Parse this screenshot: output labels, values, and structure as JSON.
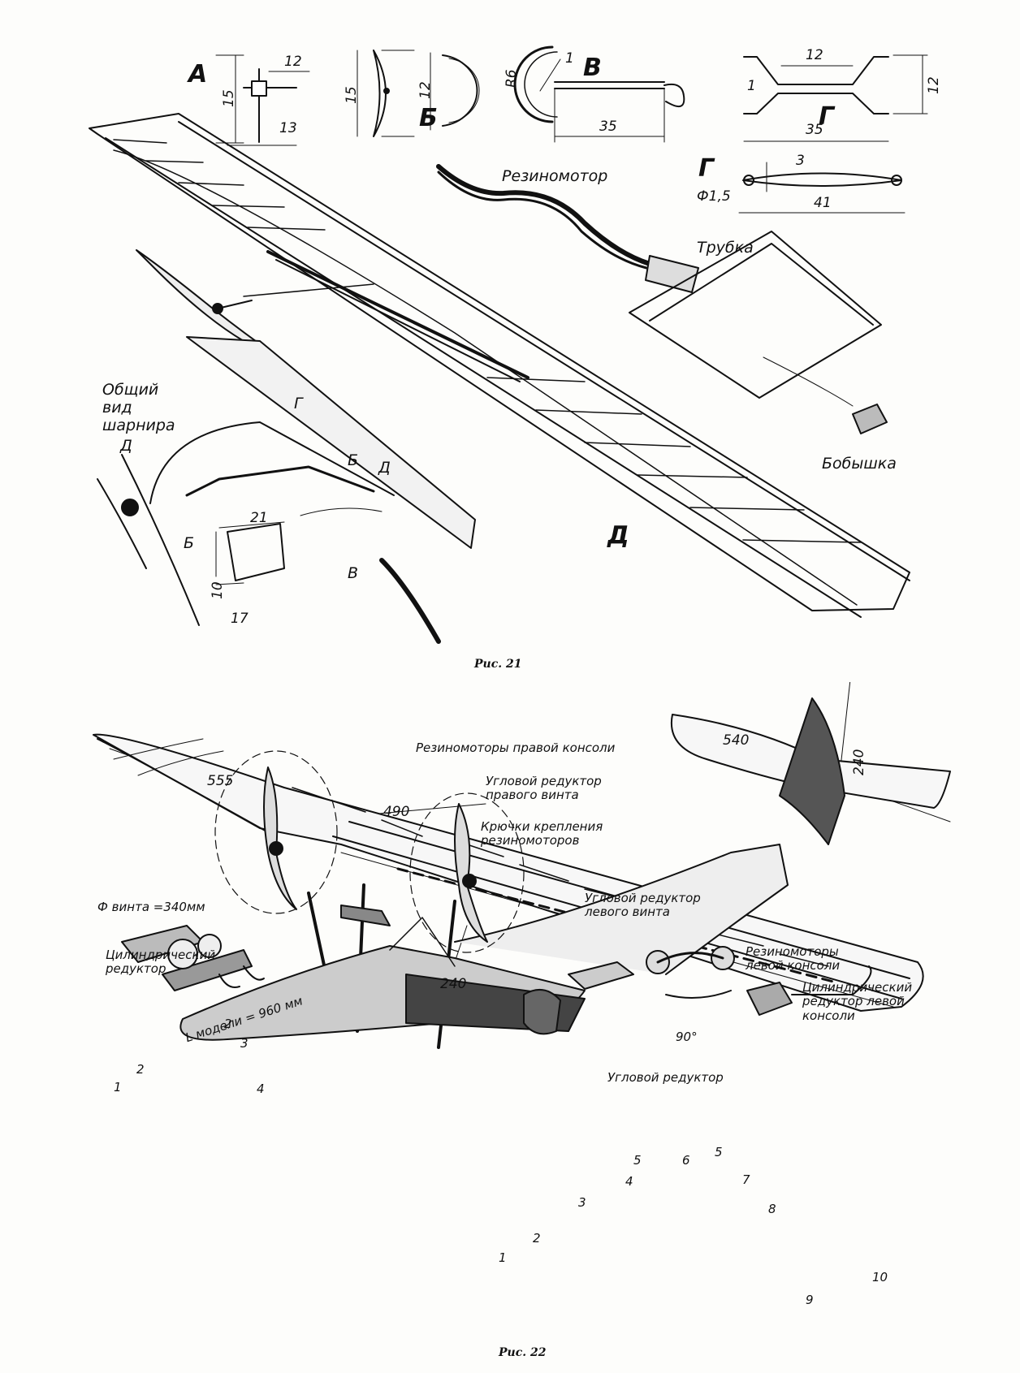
{
  "fig21": {
    "caption": "Рис. 21",
    "letters": {
      "A": "А",
      "B_detail": "Б",
      "V": "В",
      "G_top": "Г",
      "G_mid": "Г",
      "D_wing": "Д"
    },
    "labels": {
      "rezinomotor": "Резиномотор",
      "trubka": "Трубка",
      "bobyshka": "Бобышка",
      "hinge_view": "Общий\nвид\nшарнира",
      "hinge_G": "Г",
      "hinge_B1": "Б",
      "hinge_B2": "Б",
      "hinge_D1": "Д",
      "hinge_D2": "Д",
      "hinge_V": "В"
    },
    "dims": {
      "a_12": "12",
      "a_15": "15",
      "a_13": "13",
      "b_15": "15",
      "b_12": "12",
      "v_r6": "R6",
      "v_1": "1",
      "v_35": "35",
      "g_12": "12",
      "g_1": "1",
      "g_35": "35",
      "g_12r": "12",
      "g2_3": "3",
      "g2_phi": "Ф1,5",
      "g2_41": "41",
      "h_21": "21",
      "h_10": "10",
      "h_17": "17"
    }
  },
  "fig22": {
    "caption": "Рис. 22",
    "labels": {
      "rezino_right": "Резиномоторы правой консоли",
      "reduktor_right": "Угловой редуктор\nправого винта",
      "hooks": "Крючки крепления\nрезиномоторов",
      "reduktor_left": "Угловой редуктор\nлевого винта",
      "rezino_left": "Резиномоторы\nлевой консоли",
      "cyl_left": "Цилиндрический\nредуктор левой\nконсоли",
      "cyl": "Цилиндрический\nредуктор",
      "phi": "Ф винта =340мм",
      "length": "L модели = 960 мм",
      "angular": "Угловой редуктор",
      "angle": "90°"
    },
    "dims": {
      "d555": "555",
      "d490": "490",
      "d540": "540",
      "d240v": "240",
      "d240": "240"
    },
    "parts_cyl": [
      "1",
      "2",
      "2",
      "3",
      "4"
    ],
    "parts_ang": [
      "1",
      "2",
      "3",
      "4",
      "5",
      "6",
      "5",
      "7",
      "8",
      "9",
      "10"
    ]
  }
}
